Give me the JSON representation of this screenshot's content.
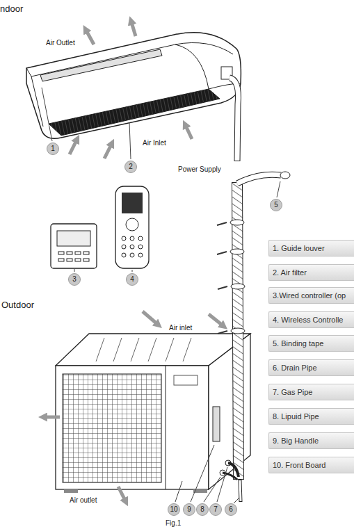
{
  "diagram": {
    "nodes": [
      {
        "text": [
          "1"
        ]
      },
      {
        "text": [
          "2"
        ]
      },
      {
        "text": [
          "5"
        ]
      },
      {
        "text": [
          "1. Guide louver"
        ]
      },
      {
        "text": [
          "2. Air filter"
        ]
      },
      {
        "text": [
          "3"
        ]
      },
      {
        "text": [
          "4"
        ]
      },
      {
        "text": [
          "3.Wired controller (op"
        ]
      },
      {
        "text": [
          "4. Wireless Controlle"
        ]
      },
      {
        "text": [
          "5. Binding tape"
        ]
      },
      {
        "text": [
          "6. Drain Pipe"
        ]
      },
      {
        "text": [
          "7. Gas Pipe"
        ]
      },
      {
        "text": [
          "8. Lipuid Pipe"
        ]
      },
      {
        "text": [
          "9. Big Handle"
        ]
      },
      {
        "text": [
          "10. Front Board"
        ]
      },
      {
        "text": [
          "10"
        ]
      },
      {
        "text": [
          "9"
        ]
      },
      {
        "text": [
          "8"
        ]
      },
      {
        "text": [
          "7"
        ]
      },
      {
        "text": [
          "6"
        ]
      }
    ],
    "labels": [
      "ndoor",
      "Air Outlet",
      "Air Inlet",
      "Power Supply",
      "Outdoor",
      "Air inlet",
      "Air outlet",
      "Fig.1"
    ]
  }
}
